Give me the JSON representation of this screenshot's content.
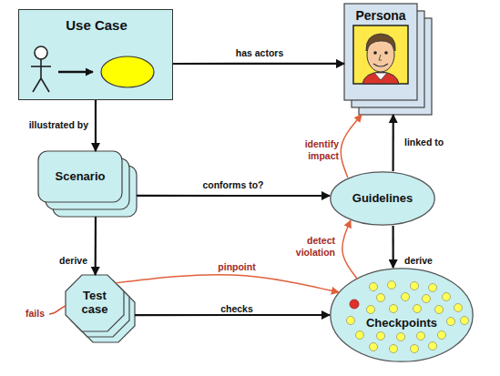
{
  "diagram": {
    "nodes": [
      {
        "text": [
          "Use Case"
        ]
      },
      {
        "text": [
          "Persona"
        ]
      },
      {
        "text": [
          "Scenario"
        ]
      },
      {
        "text": [
          "Guidelines"
        ]
      },
      {
        "text": [
          "Test case"
        ]
      },
      {
        "text": [
          "Checkpoints"
        ]
      }
    ],
    "edges": [
      {
        "from": 0,
        "to": 1,
        "arrow": "to",
        "label": "has actors"
      },
      {
        "from": 0,
        "to": 2,
        "arrow": "to",
        "label": "illustrated by"
      },
      {
        "from": 2,
        "to": 3,
        "arrow": "to",
        "label": "conforms to?"
      },
      {
        "from": 3,
        "to": 1,
        "arrow": "to",
        "label": "linked to"
      },
      {
        "from": 2,
        "to": 4,
        "arrow": "to",
        "label": "derive"
      },
      {
        "from": 3,
        "to": 5,
        "arrow": "to",
        "label": "derive"
      },
      {
        "from": 4,
        "to": 5,
        "arrow": "to",
        "label": "checks"
      },
      {
        "from": 4,
        "to": 5,
        "arrow": "to",
        "label": "pinpoint"
      },
      {
        "from": 5,
        "to": 3,
        "arrow": "to",
        "label": "detect violation"
      },
      {
        "from": 3,
        "to": 1,
        "arrow": "to",
        "label": "identify impact"
      }
    ],
    "labels": [
      "fails"
    ]
  }
}
